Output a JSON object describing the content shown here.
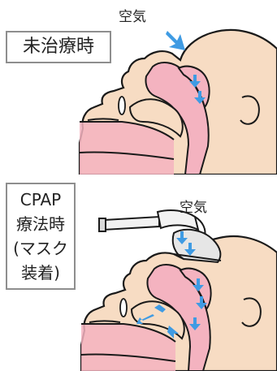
{
  "top_panel": {
    "label": "未治療時",
    "air_label": "空気"
  },
  "bottom_panel": {
    "label_lines": [
      "CPAP",
      "療法時",
      "(マスク",
      "装着)"
    ],
    "air_label": "空気"
  },
  "colors": {
    "skin": "#f7dcc3",
    "airway_pink": "#f4b3c0",
    "outline": "#1a1a1a",
    "arrow_blue": "#3f9be3",
    "mask_gray": "#e6e6e6"
  },
  "icons": [
    "arrow-icon",
    "cpap-mask-icon",
    "cpap-hose-icon"
  ]
}
